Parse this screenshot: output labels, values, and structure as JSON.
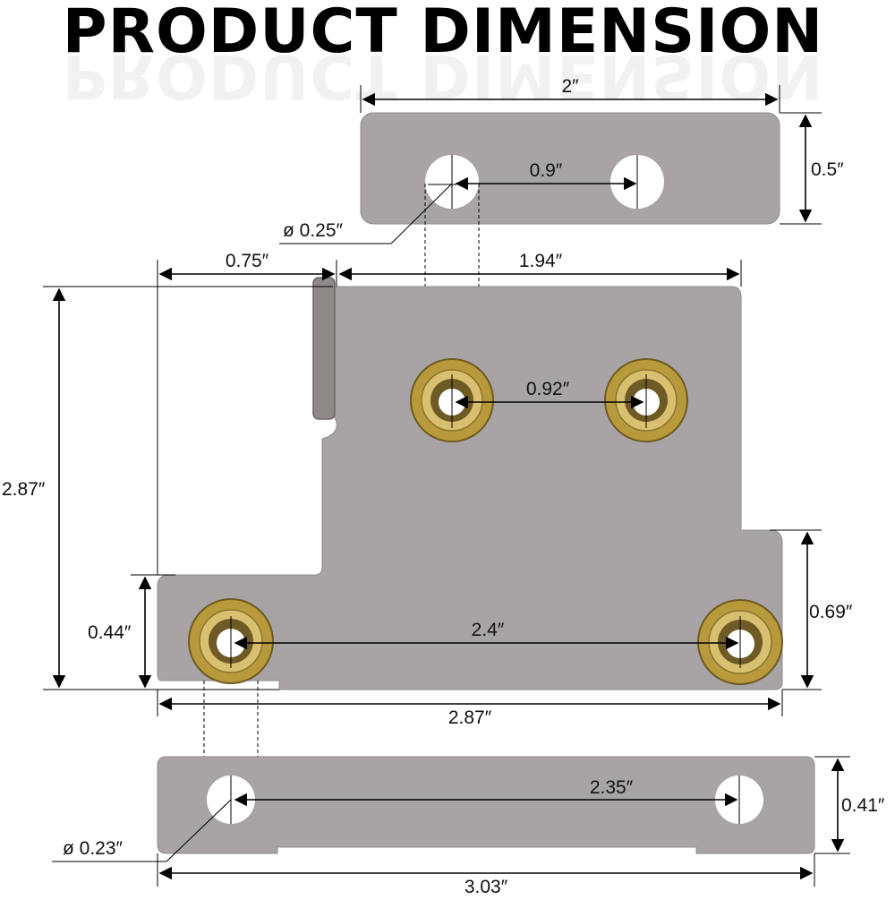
{
  "title": "PRODUCT DIMENSION",
  "dimensions": {
    "top_width": "2″",
    "top_height": "0.5″",
    "top_hole_spacing": "0.9″",
    "top_hole_dia": "ø 0.25″",
    "tab_offset": "0.75″",
    "main_top_width": "1.94″",
    "main_height": "2.87″",
    "nut_spacing_top": "0.92″",
    "lower_height": "0.44″",
    "right_height": "0.69″",
    "nut_spacing_bottom": "2.4″",
    "main_bottom_width": "2.87″",
    "bottom_hole_spacing": "2.35″",
    "bottom_height": "0.41″",
    "bottom_hole_dia": "ø 0.23″",
    "bottom_width": "3.03″"
  },
  "colors": {
    "plate": "#a8a4a6",
    "nut": "#b89a3c"
  }
}
